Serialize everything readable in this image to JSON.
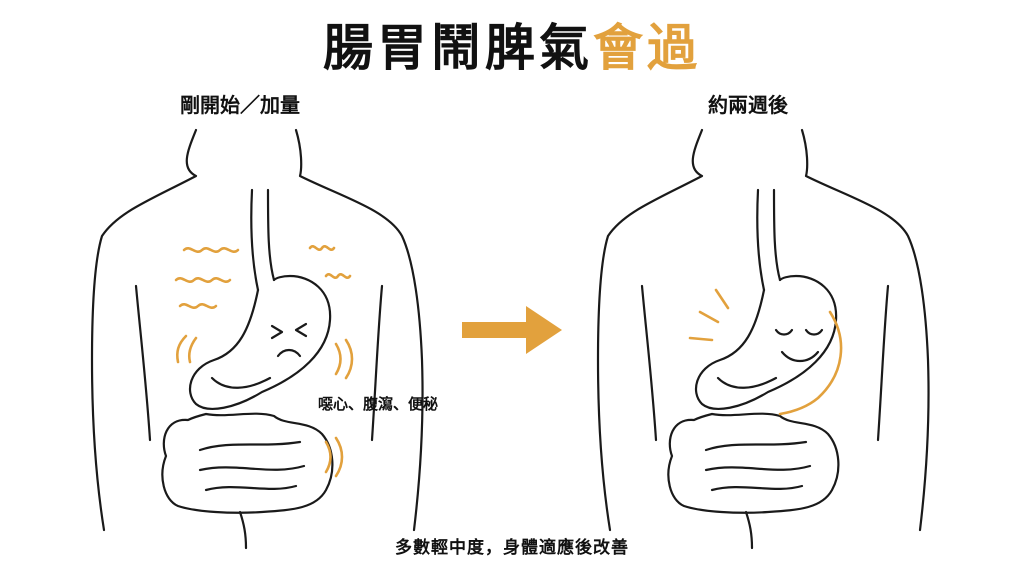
{
  "title": {
    "main": "腸胃鬧脾氣",
    "accent": "會過"
  },
  "panels": {
    "left_label": "剛開始／加量",
    "right_label": "約兩週後"
  },
  "symptoms": "噁心、腹瀉、便秘",
  "caption": "多數輕中度，身體適應後改善",
  "colors": {
    "accent": "#E2A13D",
    "line": "#1a1a1a"
  }
}
